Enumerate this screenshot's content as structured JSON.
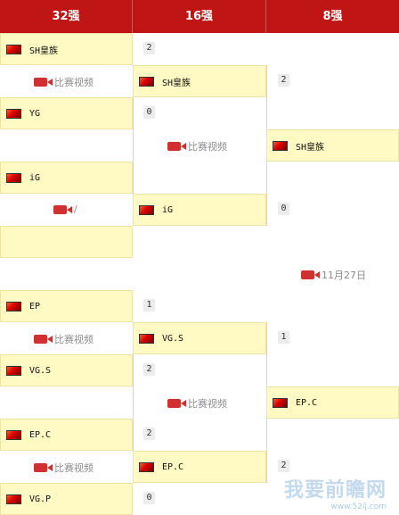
{
  "header": {
    "col1": "32强",
    "col2": "16强",
    "col3": "8强"
  },
  "video_label": "比赛视频",
  "r32": [
    {
      "team": "SH皇族",
      "score": "2"
    },
    {
      "team": "YG",
      "score": "0"
    },
    {
      "team": "iG",
      "score": ""
    },
    {
      "team": "EP",
      "score": "1"
    },
    {
      "team": "VG.S",
      "score": "2"
    },
    {
      "team": "EP.C",
      "score": "2"
    },
    {
      "team": "VG.P",
      "score": "0"
    }
  ],
  "r32_slash": "/",
  "r16": [
    {
      "team": "SH皇族",
      "score": "2"
    },
    {
      "team": "iG",
      "score": "0"
    },
    {
      "team": "VG.S",
      "score": "1"
    },
    {
      "team": "EP.C",
      "score": "2"
    }
  ],
  "r8": [
    {
      "team": "SH皇族"
    },
    {
      "team": "EP.C"
    }
  ],
  "r8_date": "11月27日",
  "watermark": {
    "main": "我要前瞻网",
    "sub": "www.52ij.com"
  },
  "colors": {
    "header": "#bf1515",
    "team_bg": "#fff9c4",
    "video_icon": "#d03030"
  }
}
